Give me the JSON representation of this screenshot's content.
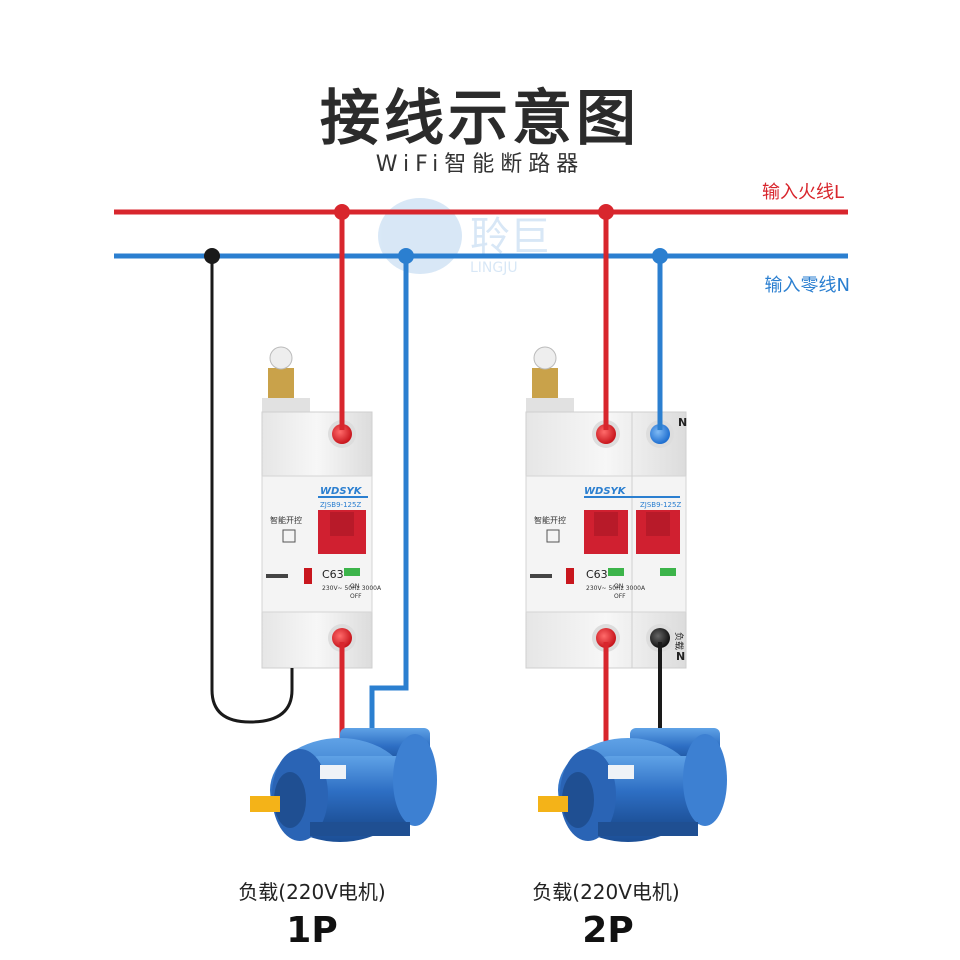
{
  "title": "接线示意图",
  "subtitle": "WiFi智能断路器",
  "lines": {
    "live_label": "输入火线L",
    "neutral_label": "输入零线N",
    "live_color": "#d8262d",
    "neutral_color": "#2b7fd0",
    "load_wire_color": "#1a1a1a"
  },
  "watermark": {
    "text": "聆巨",
    "sub": "LINGJU"
  },
  "breakers": [
    {
      "pole": "1P",
      "brand": "WDSYK",
      "model": "ZJSB9-125Z",
      "rating": "C63",
      "specs": "230V~ 50Hz 3000A",
      "on_label": "ON",
      "off_label": "OFF",
      "panel_text": "智能开控"
    },
    {
      "pole": "2P",
      "brand": "WDSYK",
      "model": "ZJSB9-125Z",
      "rating": "C63",
      "specs": "230V~ 50Hz 3000A",
      "on_label": "ON",
      "off_label": "OFF",
      "panel_text": "智能开控",
      "n_top": "N",
      "n_bottom": "N",
      "load_side": "负载"
    }
  ],
  "loads": [
    {
      "label": "负载(220V电机)",
      "pole": "1P"
    },
    {
      "label": "负载(220V电机)",
      "pole": "2P"
    }
  ]
}
